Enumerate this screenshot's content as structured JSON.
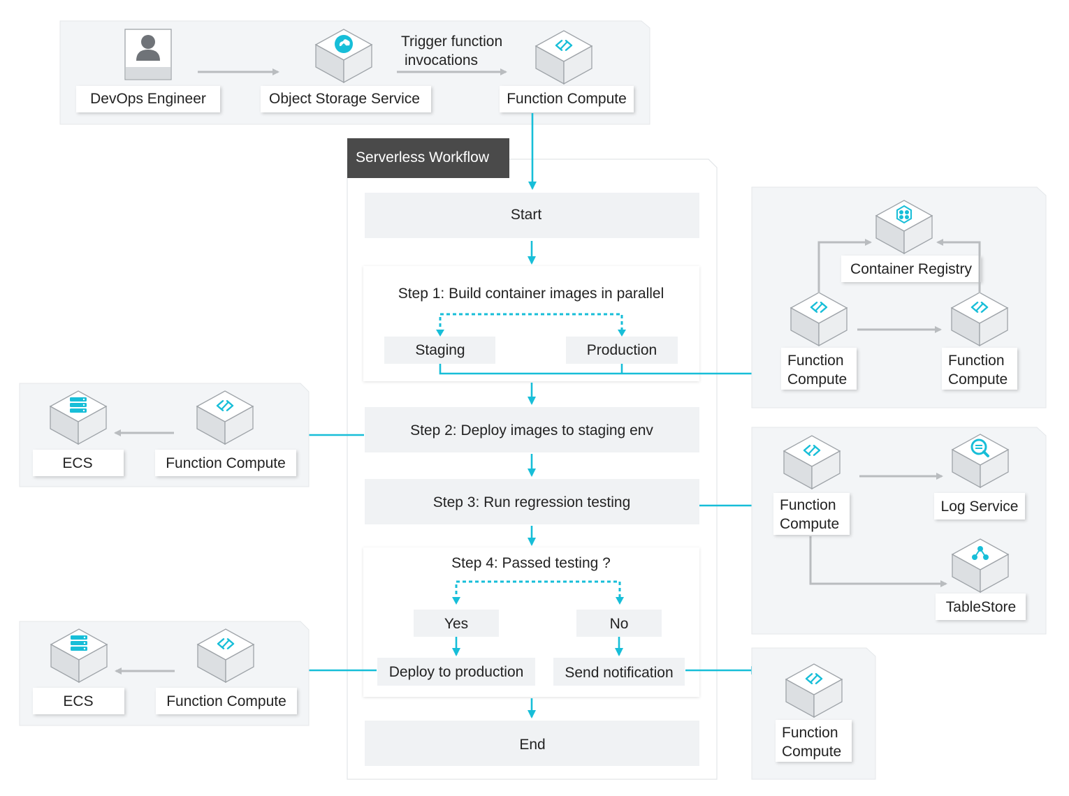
{
  "top": {
    "devops_label": "DevOps Engineer",
    "oss_label": "Object Storage Service",
    "trigger_line1": "Trigger function",
    "trigger_line2": "invocations",
    "fc_label": "Function Compute"
  },
  "workflow": {
    "title": "Serverless Workflow",
    "start": "Start",
    "step1": "Step 1: Build container images in parallel",
    "staging": "Staging",
    "production": "Production",
    "step2": "Step 2: Deploy images to staging env",
    "step3": "Step 3: Run regression testing",
    "step4": "Step 4: Passed testing ?",
    "yes": "Yes",
    "no": "No",
    "deploy_prod": "Deploy to production",
    "send_notification": "Send notification",
    "end": "End"
  },
  "right_build": {
    "registry_label": "Container Registry",
    "fc_left_line1": "Function",
    "fc_left_line2": "Compute",
    "fc_right_line1": "Function",
    "fc_right_line2": "Compute"
  },
  "left_staging": {
    "ecs_label": "ECS",
    "fc_label": "Function Compute"
  },
  "right_testing": {
    "fc_line1": "Function",
    "fc_line2": "Compute",
    "log_label": "Log Service",
    "tablestore_label": "TableStore"
  },
  "left_prod": {
    "ecs_label": "ECS",
    "fc_label": "Function Compute"
  },
  "right_notify": {
    "fc_line1": "Function",
    "fc_line2": "Compute"
  },
  "colors": {
    "accent": "#17bed8",
    "gray_arrow": "#b9bcbf",
    "panel_bg": "#f3f5f7",
    "title_bg": "#4a4a4a"
  }
}
